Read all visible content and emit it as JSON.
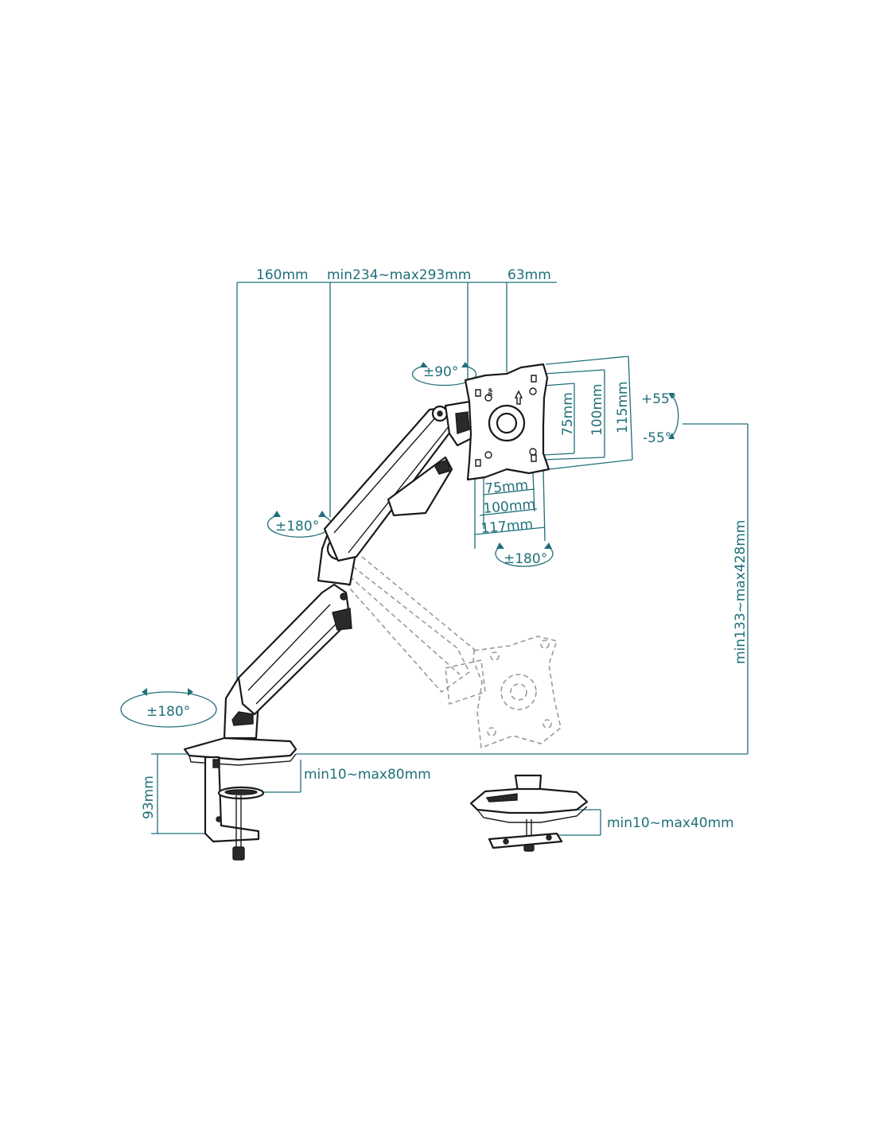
{
  "dimensions": {
    "arm_reach_base": "160mm",
    "arm_reach_range": "min234~max293mm",
    "plate_offset": "63mm",
    "tilt_up": "+55°",
    "tilt_down": "-55°",
    "rotation_top": "±90°",
    "rotation_elbow": "±180°",
    "rotation_plate": "±180°",
    "rotation_base": "±180°",
    "vesa_h_75": "75mm",
    "vesa_h_100": "100mm",
    "vesa_w_117": "117mm",
    "vesa_v_75": "75mm",
    "vesa_v_100": "100mm",
    "vesa_v_115": "115mm",
    "height_range": "min133~max428mm",
    "clamp_range": "min10~max80mm",
    "clamp_height": "93mm",
    "grommet_range": "min10~max40mm",
    "plate_marking": "UP"
  },
  "colors": {
    "dimension": "#1f6f7a",
    "line_art": "#1a1a1a",
    "ghost": "#9a9a9a"
  }
}
